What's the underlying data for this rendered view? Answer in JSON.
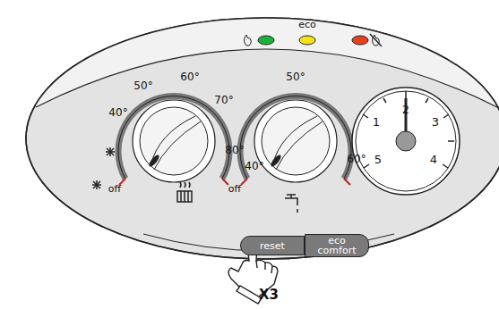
{
  "diagram": {
    "nodes": [
      {
        "text": [
          "reset"
        ]
      },
      {
        "text": [
          "eco comfort"
        ]
      }
    ],
    "labels": [
      "eco",
      "off",
      "40°",
      "50°",
      "60°",
      "70°",
      "80°",
      "off",
      "40°",
      "50°",
      "60°",
      "1",
      "2",
      "3",
      "4",
      "5",
      "X3"
    ]
  }
}
